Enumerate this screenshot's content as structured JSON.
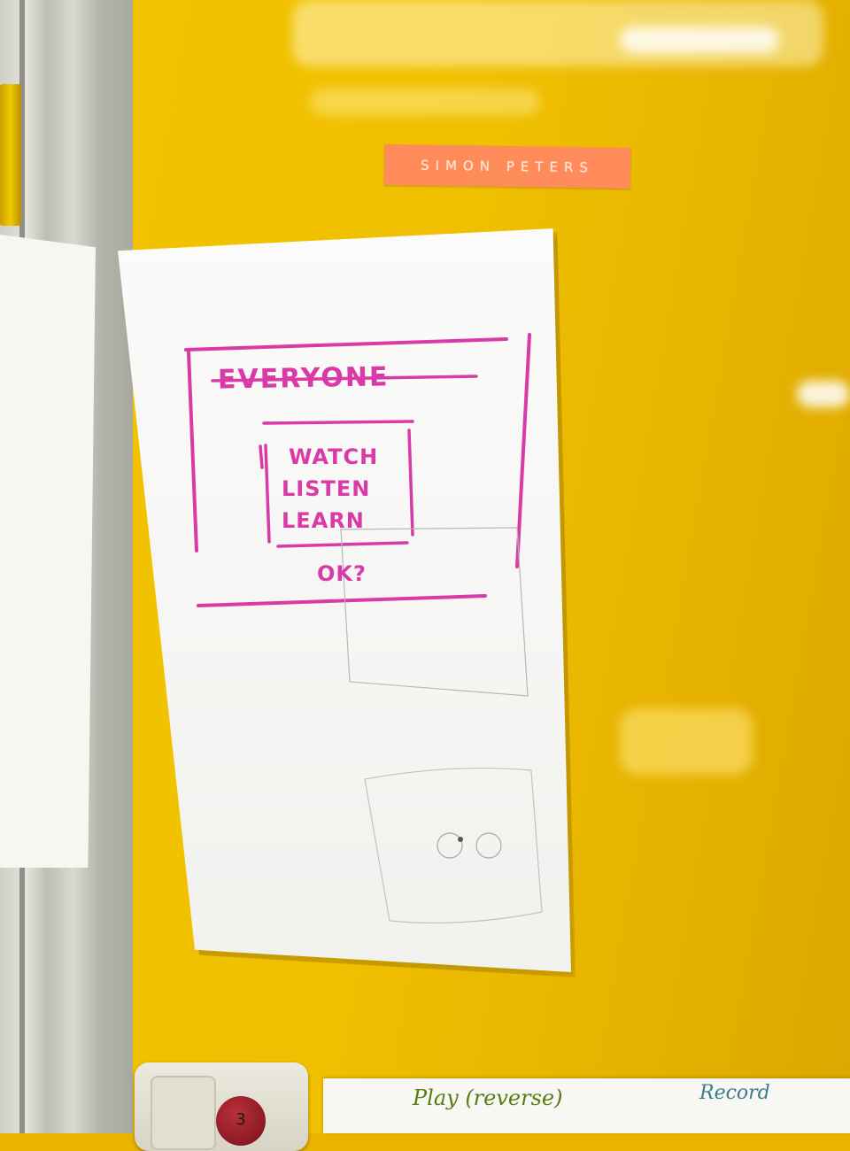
{
  "name_label": "SIMON PETERS",
  "sketch": {
    "crossed_out_heading": "EVERYONE",
    "lines": [
      "WATCH",
      "LISTEN",
      "LEARN"
    ],
    "question": "OK?"
  },
  "bottom_sheet": {
    "play_label": "Play (reverse)",
    "record_label": "Record"
  },
  "button_number": "3",
  "colors": {
    "locker_yellow": "#f0c000",
    "marker_pink": "#d93aa8",
    "label_orange": "#ff8a5a"
  }
}
